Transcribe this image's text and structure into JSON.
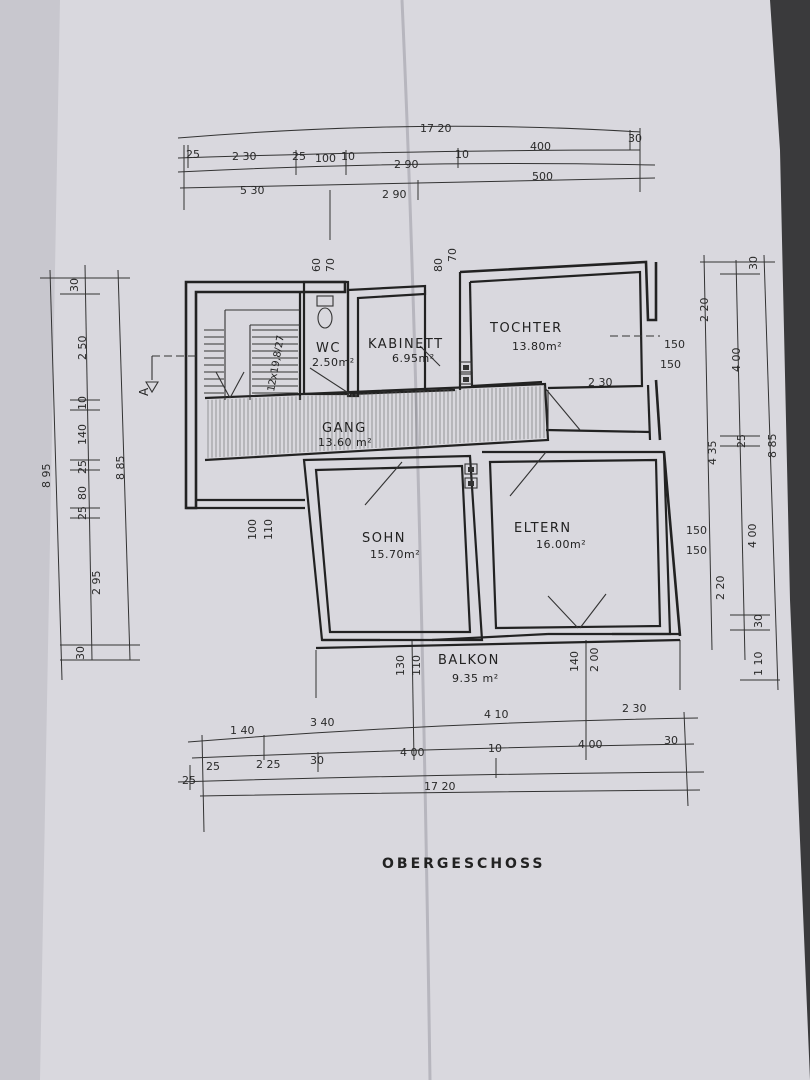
{
  "plan_title": "OBERGESCHOSS",
  "rooms": {
    "wc": {
      "name": "WC",
      "area": "2.50m²"
    },
    "kabinett": {
      "name": "KABINETT",
      "area": "6.95m²"
    },
    "tochter": {
      "name": "TOCHTER",
      "area": "13.80m²"
    },
    "gang": {
      "name": "GANG",
      "area": "13.60 m²"
    },
    "sohn": {
      "name": "SOHN",
      "area": "15.70m²"
    },
    "eltern": {
      "name": "ELTERN",
      "area": "16.00m²"
    },
    "balkon": {
      "name": "BALKON",
      "area": "9.35 m²"
    }
  },
  "stair_label": "12x19,8/27",
  "section_marker": "A",
  "dims_top": {
    "total": "17 20",
    "row1": [
      "25",
      "2 30",
      "25",
      "100",
      "10",
      "2 90",
      "10",
      "400",
      "30"
    ],
    "row2": [
      "5 30",
      "2 90",
      "500"
    ]
  },
  "dims_left": {
    "outer": "8 95",
    "inner": "8 85",
    "row": [
      "30",
      "2 50",
      "10",
      "140",
      "25",
      "80",
      "25",
      "2 95",
      "30"
    ]
  },
  "dims_right": {
    "outer": "8 85",
    "inner": "4 35",
    "row": [
      "30",
      "2 20",
      "4 00",
      "25",
      "4 00",
      "2 20",
      "30",
      "1 10"
    ]
  },
  "dims_bottom": {
    "total": "17 20",
    "row1": [
      "1 40",
      "3 40",
      "4 10",
      "2 30"
    ],
    "row2": [
      "25",
      "25",
      "2 25",
      "30",
      "4 00",
      "10",
      "4 00",
      "30"
    ]
  },
  "opening_labels": {
    "wc_top": [
      "60",
      "70"
    ],
    "corridor_top": [
      "80",
      "70"
    ],
    "tochter_window": [
      "150",
      "150"
    ],
    "tochter_door": "2 30",
    "sohn_door": [
      "100",
      "110"
    ],
    "eltern_window": [
      "150",
      "150"
    ],
    "balkon_door_left": [
      "130",
      "110"
    ],
    "balkon_door_right": [
      "140",
      "2 00"
    ]
  }
}
